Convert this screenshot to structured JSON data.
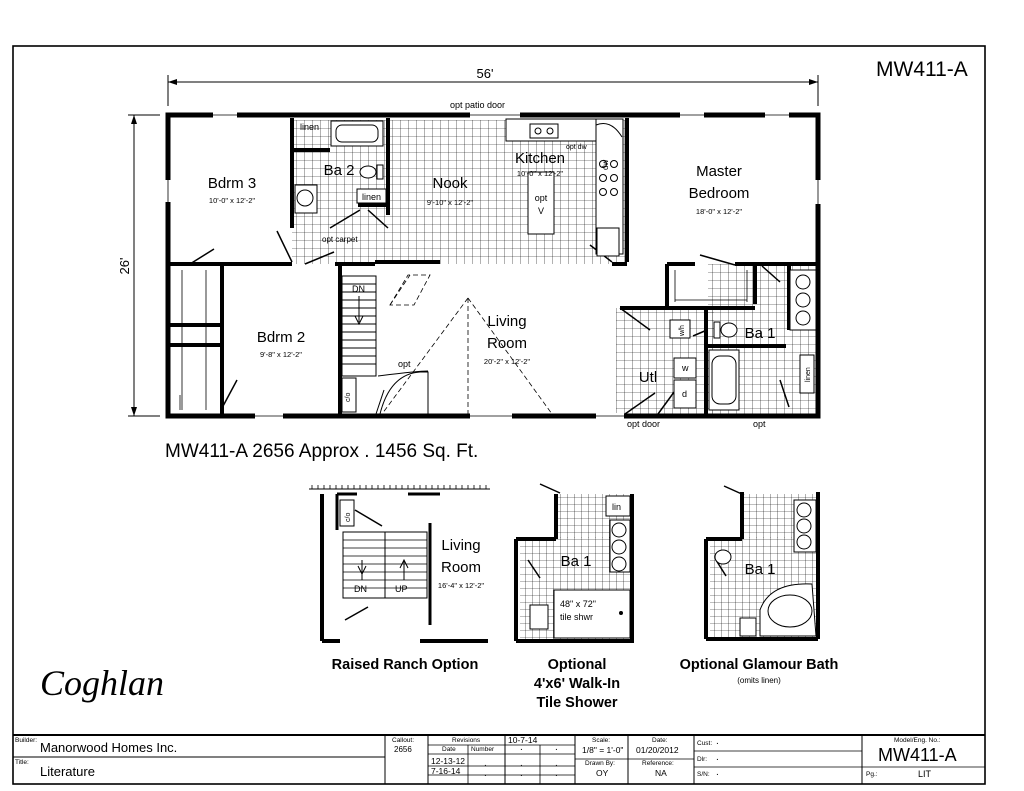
{
  "sheet": {
    "model_id": "MW411-A",
    "summary": "MW411-A 2656  Approx . 1456 Sq. Ft.",
    "plan_name": "Coghlan"
  },
  "main_plan": {
    "overall_width": "56'",
    "overall_depth": "26'",
    "rooms": [
      {
        "name": "Bdrm 3",
        "size": "10'-0\" x 12'-2\""
      },
      {
        "name": "Nook",
        "size": "9'-10\" x 12'-2\""
      },
      {
        "name": "Kitchen",
        "size": "10'-0\" x 12'-2\""
      },
      {
        "name": "Master",
        "name2": "Bedroom",
        "size": "18'-0\" x 12'-2\""
      },
      {
        "name": "Bdrm 2",
        "size": "9'-8\" x 12'-2\""
      },
      {
        "name": "Living",
        "name2": "Room",
        "size": "20'-2\" x 12'-2\""
      },
      {
        "name": "Ba 2"
      },
      {
        "name": "Ba 1"
      },
      {
        "name": "Utl"
      }
    ],
    "labels": {
      "opt_patio_door": "opt patio door",
      "linen_ba2": "linen",
      "linen_nook": "linen",
      "opt_dw": "opt dw",
      "dw": "dw",
      "opt_v_top": "opt",
      "opt_v_bottom": "V",
      "opt_carpet": "opt carpet",
      "dn": "DN",
      "opt_stair": "opt",
      "wh": "w/h",
      "w": "w",
      "d": "d",
      "linen_ba1": "linen",
      "opt_door": "opt door",
      "opt_right": "opt",
      "closet": "c/o"
    }
  },
  "options": [
    {
      "id": "raised-ranch",
      "title_lines": [
        "Raised Ranch Option"
      ],
      "room": "Living",
      "room2": "Room",
      "size": "16'-4\" x 12'-2\"",
      "dn": "DN",
      "up": "UP",
      "closet": "c/o"
    },
    {
      "id": "walk-in-shower",
      "title_lines": [
        "Optional",
        "4'x6' Walk-In",
        "Tile Shower"
      ],
      "room": "Ba 1",
      "lin": "lin",
      "shower_line1": "48\" x 72\"",
      "shower_line2": "tile shwr"
    },
    {
      "id": "glamour-bath",
      "title_lines": [
        "Optional Glamour Bath"
      ],
      "subtitle": "(omits linen)",
      "room": "Ba 1"
    }
  ],
  "title_block": {
    "builder_label": "Builder:",
    "builder": "Manorwood Homes Inc.",
    "title_label": "Title:",
    "title": "Literature",
    "callout_label": "Callout:",
    "callout": "2656",
    "revisions_label": "Revisions",
    "revision_top": "10-7-14",
    "date_col": "Date",
    "number_col": "Number",
    "rev_date_1": "12-13-12",
    "rev_date_2": "7-16-14",
    "rev_dot": ".",
    "scale_label": "Scale:",
    "scale": "1/8\" = 1'-0\"",
    "date_label": "Date:",
    "date": "01/20/2012",
    "drawn_label": "Drawn By:",
    "drawn": "OY",
    "reference_label": "Reference:",
    "reference": "NA",
    "cust_label": "Cust:",
    "dlr_label": "Dlr:",
    "sn_label": "S/N:",
    "cust_dot": ".",
    "model_label": "Model/Eng. No.:",
    "model": "MW411-A",
    "pg_label": "Pg.:",
    "pg": "LIT"
  }
}
